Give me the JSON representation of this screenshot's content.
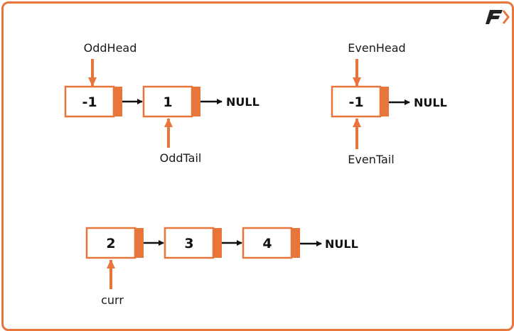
{
  "colors": {
    "accent": "#e8763a",
    "ink": "#111111"
  },
  "logo": {
    "icon": "brand-f-logo-icon"
  },
  "odd_list": {
    "head_label": "OddHead",
    "tail_label": "OddTail",
    "nodes": [
      "-1",
      "1"
    ],
    "null_label": "NULL"
  },
  "even_list": {
    "head_label": "EvenHead",
    "tail_label": "EvenTail",
    "nodes": [
      "-1"
    ],
    "null_label": "NULL"
  },
  "main_list": {
    "pointer_label": "curr",
    "nodes": [
      "2",
      "3",
      "4"
    ],
    "null_label": "NULL"
  }
}
